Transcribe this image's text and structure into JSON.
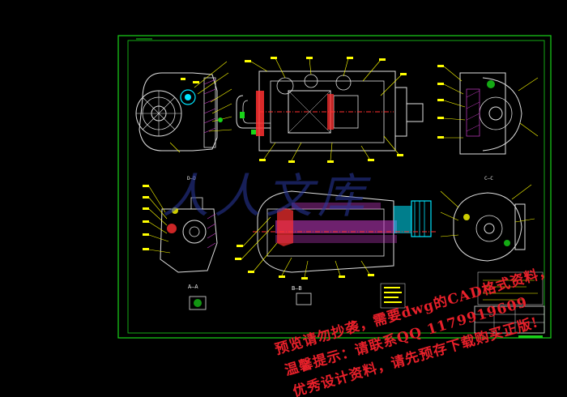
{
  "drawing": {
    "colors": {
      "background": "#000000",
      "border": "#19d419",
      "part": "#e0e0e0",
      "leader": "#ffff00",
      "hatch": "#c83cc8",
      "dim": "#00e6ff",
      "accent_red": "#ff3030",
      "watermark": "#e8202a"
    },
    "section_labels": {
      "a_a": "A—A",
      "b_b": "B—B",
      "c_c": "C—C",
      "d_d": "D—D"
    },
    "logo_mark": "人人文库",
    "watermark": {
      "line1": "预览请勿抄袭，需要dwg的CAD格式资料，",
      "line2": "温馨提示：请联系QQ 1179919609",
      "line3": "优秀设计资料，请先预存下载购买正版!"
    }
  }
}
